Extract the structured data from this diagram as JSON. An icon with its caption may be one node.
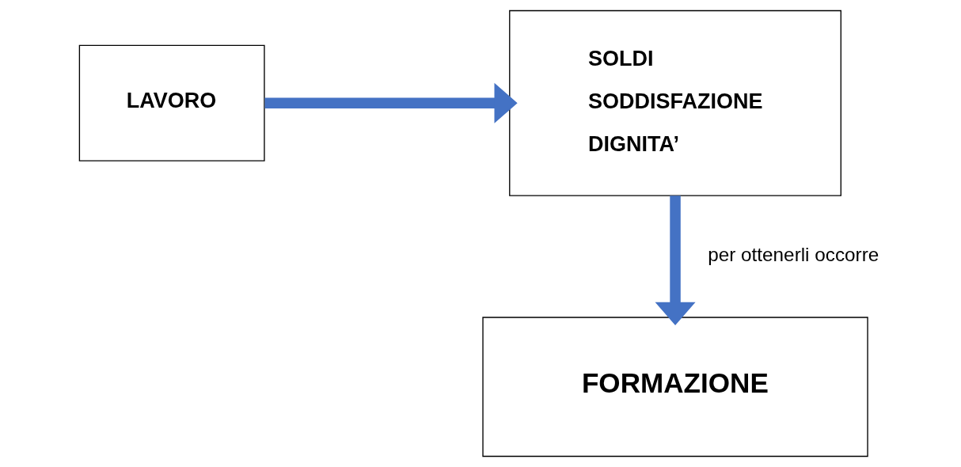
{
  "diagram": {
    "nodes": [
      {
        "text": [
          "LAVORO"
        ]
      },
      {
        "text": [
          "SOLDI",
          "SODDISFAZIONE",
          "DIGNITA’"
        ]
      },
      {
        "text": [
          "FORMAZIONE"
        ]
      }
    ],
    "edges": [
      {
        "from": 0,
        "to": 1,
        "arrow": "to"
      },
      {
        "from": 1,
        "to": 2,
        "arrow": "to",
        "label": "per ottenerli occorre"
      }
    ]
  }
}
